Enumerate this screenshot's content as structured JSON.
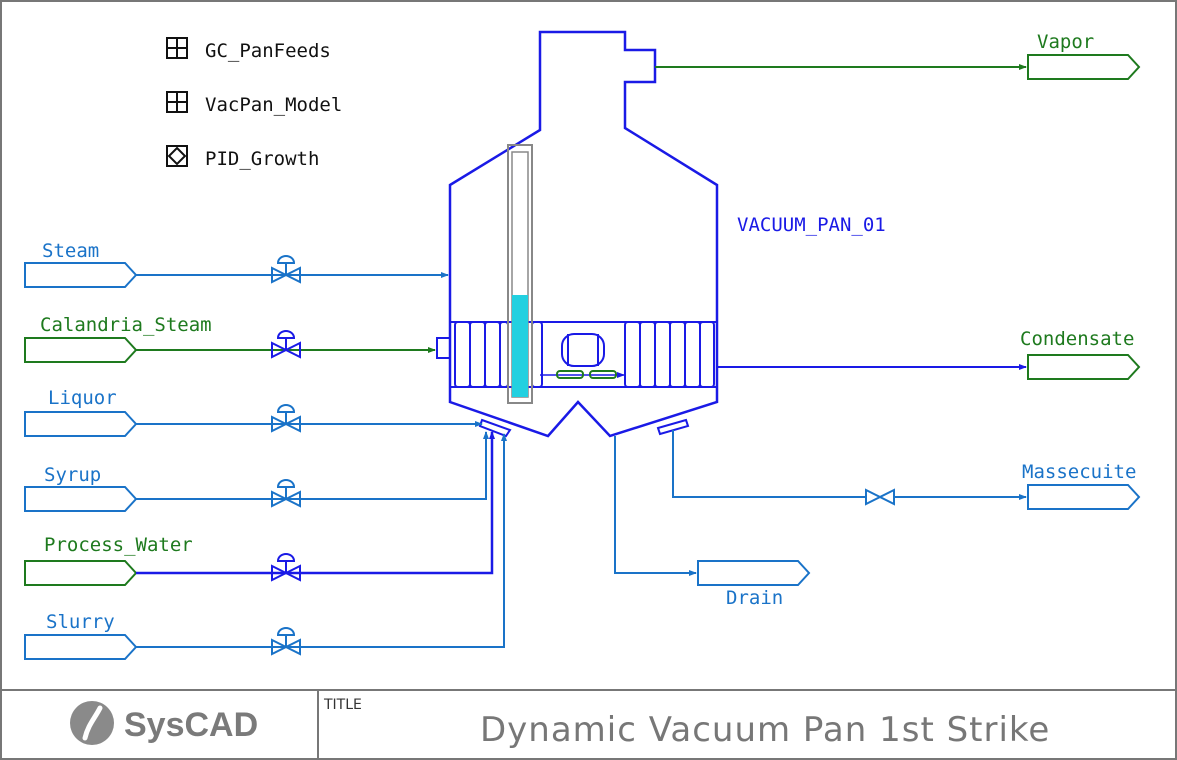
{
  "legend": [
    {
      "label": "GC_PanFeeds",
      "icon": "grid-icon"
    },
    {
      "label": "VacPan_Model",
      "icon": "grid-icon"
    },
    {
      "label": "PID_Growth",
      "icon": "diamond-box-icon"
    }
  ],
  "vessel_label": "VACUUM_PAN_01",
  "feeds": [
    {
      "label": "Steam",
      "color": "#1a73c8"
    },
    {
      "label": "Calandria_Steam",
      "color": "#1e7a1e"
    },
    {
      "label": "Liquor",
      "color": "#1a73c8"
    },
    {
      "label": "Syrup",
      "color": "#1a73c8"
    },
    {
      "label": "Process_Water",
      "color": "#1e7a1e"
    },
    {
      "label": "Slurry",
      "color": "#1a73c8"
    }
  ],
  "outputs": [
    {
      "label": "Vapor",
      "color": "#1e7a1e"
    },
    {
      "label": "Condensate",
      "color": "#1e7a1e"
    },
    {
      "label": "Massecuite",
      "color": "#1a73c8"
    },
    {
      "label": "Drain",
      "color": "#1a73c8"
    }
  ],
  "footer": {
    "brand": "SysCAD",
    "title_caption": "TITLE",
    "title": "Dynamic Vacuum Pan 1st Strike"
  },
  "colors": {
    "vessel": "#1a1ae6",
    "pipe_blue": "#1a73c8",
    "pipe_green": "#1e7a1e",
    "level": "#22d0e0"
  }
}
